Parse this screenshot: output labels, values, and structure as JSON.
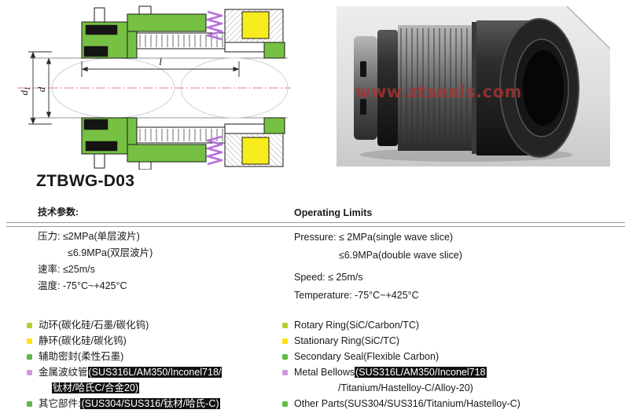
{
  "title": "ZTBWG-D03",
  "drawing": {
    "dim_l": "l",
    "dim_d": "d",
    "dim_d1_base": "d",
    "dim_d1_sub": "1"
  },
  "photo": {
    "watermark": "www.ztseals.com"
  },
  "specs_cn": {
    "heading": "技术参数:",
    "rows": [
      "压力: ≤2MPa(单层波片)",
      "≤6.9MPa(双层波片)",
      "速率: ≤25m/s",
      "温度: -75°C~+425°C"
    ]
  },
  "specs_en": {
    "heading": "Operating Limits",
    "rows": [
      "Pressure: ≤ 2MPa(single wave slice)",
      "≤6.9MPa(double wave slice)",
      "Speed: ≤ 25m/s",
      "Temperature: -75°C~+425°C"
    ]
  },
  "materials": {
    "cn": [
      {
        "segments": [
          {
            "text": "动环(碳化硅/石墨/碳化钨)",
            "highlight": false
          }
        ]
      },
      {
        "segments": [
          {
            "text": "静环(碳化硅/碳化钨)",
            "highlight": false
          }
        ]
      },
      {
        "segments": [
          {
            "text": "辅助密封(柔性石墨)",
            "highlight": false
          }
        ]
      },
      {
        "segments": [
          {
            "text": "金属波纹管",
            "highlight": false
          },
          {
            "text": "(SUS316L/AM350/Inconel718/",
            "highlight": true
          }
        ],
        "line2": [
          {
            "text": "钛材/哈氏C/合金20)",
            "highlight": true
          }
        ]
      },
      {
        "segments": [
          {
            "text": "其它部件:",
            "highlight": false
          },
          {
            "text": "(SUS304/SUS316/钛材/哈氏-C)",
            "highlight": true
          }
        ]
      }
    ],
    "en": [
      {
        "segments": [
          {
            "text": "Rotary Ring(SiC/Carbon/TC)",
            "highlight": false
          }
        ]
      },
      {
        "segments": [
          {
            "text": "Stationary Ring(SiC/TC)",
            "highlight": false
          }
        ]
      },
      {
        "segments": [
          {
            "text": "Secondary Seal(Flexible Carbon)",
            "highlight": false
          }
        ]
      },
      {
        "segments": [
          {
            "text": "Metal Bellows",
            "highlight": false
          },
          {
            "text": "(SUS316L/AM350/Inconel718",
            "highlight": true
          }
        ],
        "line2": [
          {
            "text": "/Titanium/Hastelloy-C/Alloy-20)",
            "highlight": false
          }
        ]
      },
      {
        "segments": [
          {
            "text": "Other Parts(SUS304/SUS316/Titanium/Hastelloy-C)",
            "highlight": false
          }
        ]
      }
    ]
  },
  "colors": {
    "drawing_green": "#76c043",
    "drawing_yellow": "#f7ec1e",
    "drawing_purple": "#b570dd",
    "centerline_pink": "#e27f93",
    "watermark_red": "#a63434",
    "bullet_lime": "#b6cf2e",
    "bullet_yellow": "#ffe215",
    "bullet_green": "#5fb947",
    "bullet_purple": "#d09ade",
    "highlight_bg": "#111111",
    "highlight_fg": "#ffffff"
  }
}
